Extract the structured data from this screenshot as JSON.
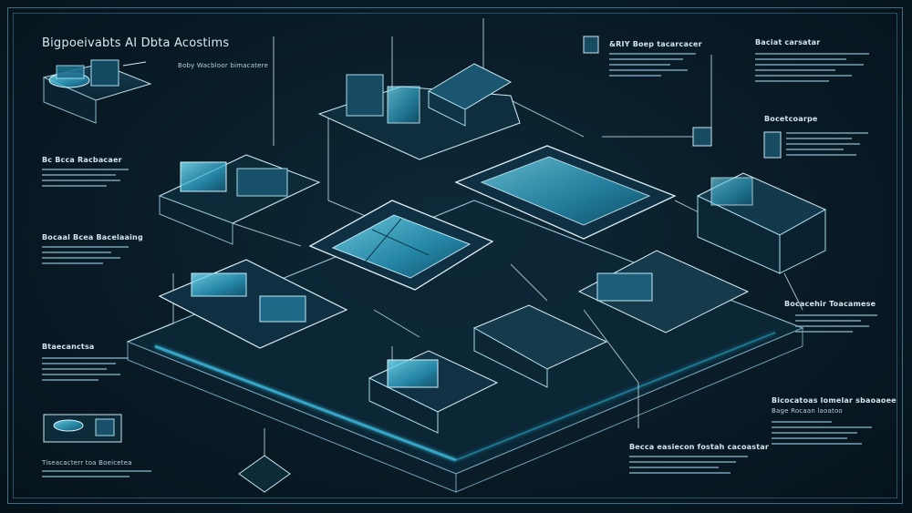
{
  "title": "Bigpoeivabts AI Dbta Acostims",
  "annotations": [
    {
      "id": "top-left-caption",
      "text": "Boby Wacbloor bimacatere"
    },
    {
      "id": "top-center-right",
      "text": "&RIY Boep tacarcacer"
    },
    {
      "id": "top-right",
      "text": "Baciat carsatar"
    },
    {
      "id": "right-upper",
      "text": "Bocetcoarpe"
    },
    {
      "id": "left-1",
      "text": "Bc Bcca Racbacaer"
    },
    {
      "id": "left-2",
      "text": "Bocaal Bcea Bacelaaing"
    },
    {
      "id": "left-3",
      "text": "Btaecanctsa"
    },
    {
      "id": "right-mid",
      "text": "Bocacehir Toacamese"
    },
    {
      "id": "right-lower-1",
      "text": "Bicocatoas lomelar sbaoaoee"
    },
    {
      "id": "right-lower-2",
      "text": "Bage Rocaan laoatoo"
    },
    {
      "id": "bottom-center",
      "text": "Becca easiecon fostah cacoastar"
    },
    {
      "id": "bottom-left",
      "text": "Tiseacacterr toa Boeicetea"
    }
  ],
  "colors": {
    "background": "#07141d",
    "line": "#d6ecf3",
    "glow": "#38c2e6",
    "panel": "#0f3446"
  }
}
